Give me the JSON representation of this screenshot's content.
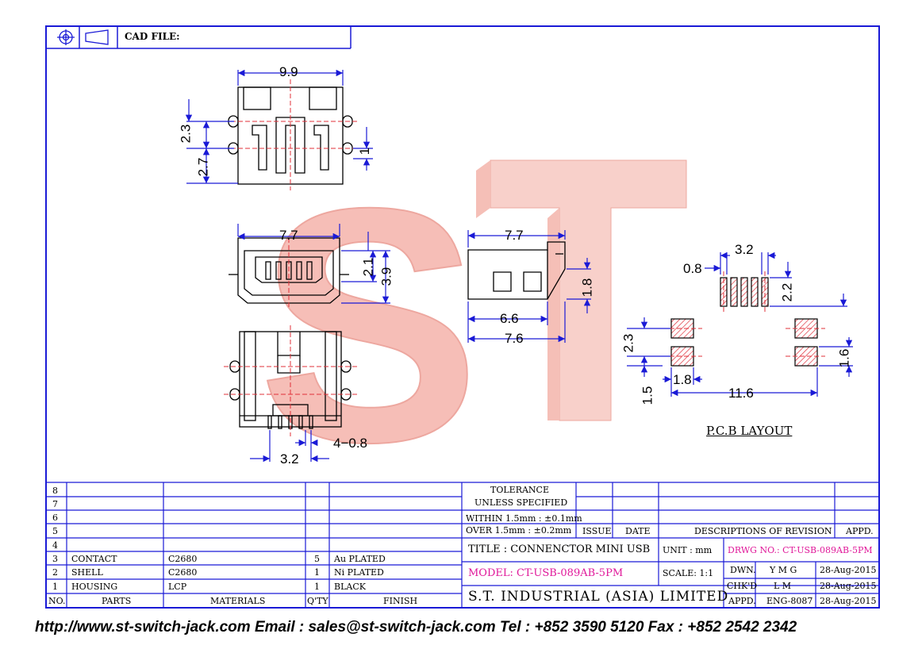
{
  "header": {
    "cad_file_label": "CAD FILE:"
  },
  "watermark": {
    "text": "ST",
    "color": "#f4a9a0"
  },
  "colors": {
    "frame": "#1a1ad6",
    "line": "#000000",
    "centerline": "#e0303a",
    "accent": "#e0189a"
  },
  "dimensions": {
    "top_width": "9.9",
    "top_left_upper": "2.3",
    "top_left_lower": "2.7",
    "top_right": "1",
    "front_width": "7.7",
    "front_h1": "2.1",
    "front_h2": "3.9",
    "side_width": "7.7",
    "side_height": "1.8",
    "side_w1": "6.6",
    "side_w2": "7.6",
    "bottom_pitch": "3.2",
    "bottom_pins": "4−0.8",
    "pcb_pitch": "3.2",
    "pcb_pad_w": "0.8",
    "pcb_pad_len": "2.2",
    "pcb_left_gap": "2.3",
    "pcb_right_h": "1.6",
    "pcb_pad_sq": "1.8",
    "pcb_lower": "1.5",
    "pcb_span": "11.6"
  },
  "pcb_caption": "P.C.B LAYOUT",
  "parts_table": {
    "row_numbers": [
      "8",
      "7",
      "6",
      "5",
      "4",
      "3",
      "2",
      "1"
    ],
    "rows": [
      {
        "no": "3",
        "part": "CONTACT",
        "material": "C2680",
        "qty": "5",
        "finish": "Au PLATED"
      },
      {
        "no": "2",
        "part": "SHELL",
        "material": "C2680",
        "qty": "1",
        "finish": "Ni PLATED"
      },
      {
        "no": "1",
        "part": "HOUSING",
        "material": "LCP",
        "qty": "1",
        "finish": "BLACK"
      }
    ],
    "headers": {
      "no": "NO.",
      "parts": "PARTS",
      "materials": "MATERIALS",
      "qty": "Q'TY",
      "finish": "FINISH"
    }
  },
  "tolerance": {
    "line1": "TOLERANCE",
    "line2": "UNLESS   SPECIFIED",
    "within": "WITHIN  1.5mm  : ±0.1mm",
    "over": "OVER    1.5mm  : ±0.2mm"
  },
  "revision": {
    "issue": "ISSUE",
    "date": "DATE",
    "desc": "DESCRIPTIONS  OF  REVISION",
    "appd": "APPD."
  },
  "title_block": {
    "title": "TITLE  :  CONNENCTOR  MINI  USB",
    "unit_label": "UNIT  :   mm",
    "drwg_no": "DRWG  NO.:  CT-USB-089AB-5PM",
    "model": "MODEL:  CT-USB-089AB-5PM",
    "scale": "SCALE:   1:1",
    "dwn_label": "DWN.",
    "dwn_name": "Y M G",
    "dwn_date": "28-Aug-2015",
    "chkd_label": "CHK'D",
    "chkd_name": "L M",
    "chkd_date": "28-Aug-2015",
    "appd_label": "APPD.",
    "appd_name": "ENG-8087",
    "appd_date": "28-Aug-2015",
    "company": "S.T.  INDUSTRIAL  (ASIA)  LIMITED"
  },
  "footer": "http://www.st-switch-jack.com  Email : sales@st-switch-jack.com  Tel : +852 3590 5120  Fax : +852 2542 2342"
}
